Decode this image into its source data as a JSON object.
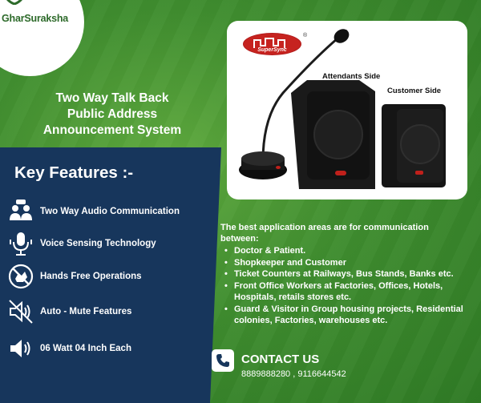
{
  "brand": {
    "logo_icon": "shield-wifi-icon",
    "name_main": "GharSuraksha",
    "colors": {
      "brand_green": "#2d6a2a",
      "background_green": "#3f8d2f",
      "panel_navy": "#17365c"
    }
  },
  "headline": {
    "line1": "Two Way Talk Back",
    "line2": "Public Address",
    "line3": "Announcement System"
  },
  "features": {
    "title": "Key Features :-",
    "items": [
      {
        "icon": "people-talking-icon",
        "label": "Two Way Audio Communication"
      },
      {
        "icon": "microphone-icon",
        "label": "Voice Sensing Technology"
      },
      {
        "icon": "no-hands-icon",
        "label": "Hands Free Operations"
      },
      {
        "icon": "speaker-mute-icon",
        "label": "Auto - Mute Features"
      },
      {
        "icon": "speaker-loud-icon",
        "label": "06 Watt  04 Inch Each"
      }
    ]
  },
  "product": {
    "brand_logo": "SuperSync",
    "brand_mark": "®",
    "caption_attendant": "Attendants Side",
    "caption_customer": "Customer Side"
  },
  "applications": {
    "intro": "The best application areas are for communication between:",
    "items": [
      "Doctor & Patient.",
      "Shopkeeper and Customer",
      "Ticket Counters at Railways, Bus Stands, Banks etc.",
      "Front Office Workers at Factories, Offices, Hotels, Hospitals, retails stores etc.",
      "Guard & Visitor in Group housing projects, Residential colonies, Factories, warehouses etc."
    ]
  },
  "contact": {
    "icon": "phone-icon",
    "title": "CONTACT US",
    "phones": "8889888280 , 9116644542"
  }
}
